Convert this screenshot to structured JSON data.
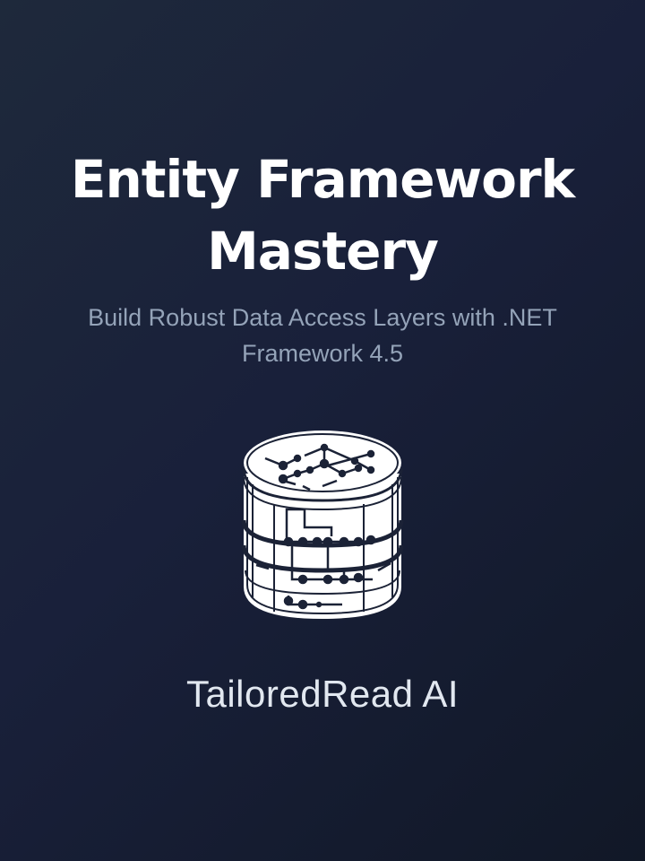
{
  "cover": {
    "title_line1": "Entity Framework",
    "title_line2": "Mastery",
    "subtitle_line1": "Build Robust Data Access Layers with .NET",
    "subtitle_line2": "Framework 4.5",
    "icon": "database-circuit-icon",
    "brand": "TailoredRead AI"
  },
  "colors": {
    "background_start": "#1e293b",
    "background_end": "#111827",
    "title": "#ffffff",
    "subtitle": "#94a3b8",
    "brand": "#e2e8f0",
    "icon": "#ffffff"
  }
}
